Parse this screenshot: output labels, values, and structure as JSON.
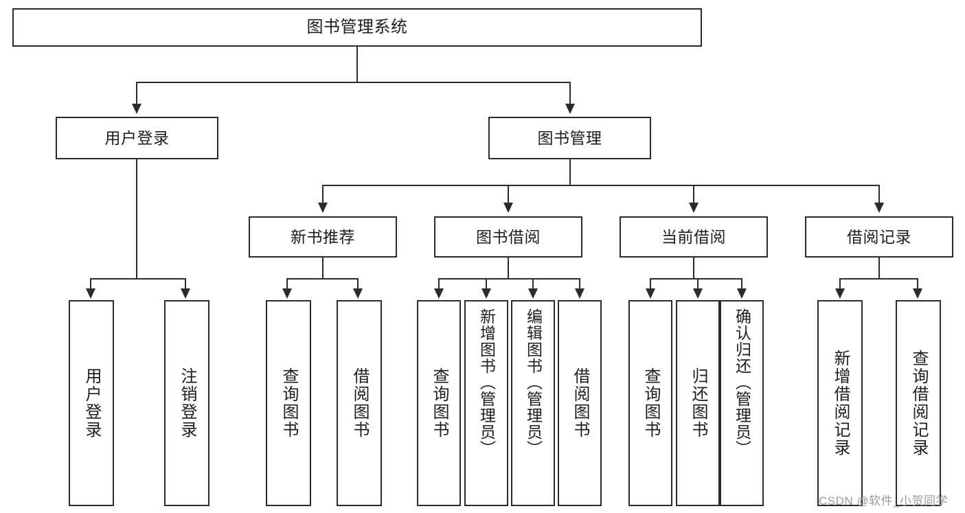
{
  "diagram": {
    "title": "图书管理系统",
    "watermark": "CSDN @软件_小贺同学",
    "line_color": "#2b2b2b",
    "box_fill": "#ffffff",
    "text_color": "#1d1d1d",
    "root": {
      "label": "图书管理系统"
    },
    "level2": [
      {
        "label": "用户登录"
      },
      {
        "label": "图书管理"
      }
    ],
    "level3": [
      {
        "label": "新书推荐"
      },
      {
        "label": "图书借阅"
      },
      {
        "label": "当前借阅"
      },
      {
        "label": "借阅记录"
      }
    ],
    "leaves": {
      "user_login": [
        {
          "label": "用户登录"
        },
        {
          "label": "注销登录"
        }
      ],
      "new_book": [
        {
          "label": "查询图书"
        },
        {
          "label": "借阅图书"
        }
      ],
      "book_borrow": [
        {
          "label": "查询图书"
        },
        {
          "label": "新增图书（管理员）"
        },
        {
          "label": "编辑图书（管理员）"
        },
        {
          "label": "借阅图书"
        }
      ],
      "current_borrow": [
        {
          "label": "查询图书"
        },
        {
          "label": "归还图书"
        },
        {
          "label": "确认归还（管理员）"
        }
      ],
      "borrow_record": [
        {
          "label": "新增借阅记录"
        },
        {
          "label": "查询借阅记录"
        }
      ]
    }
  }
}
